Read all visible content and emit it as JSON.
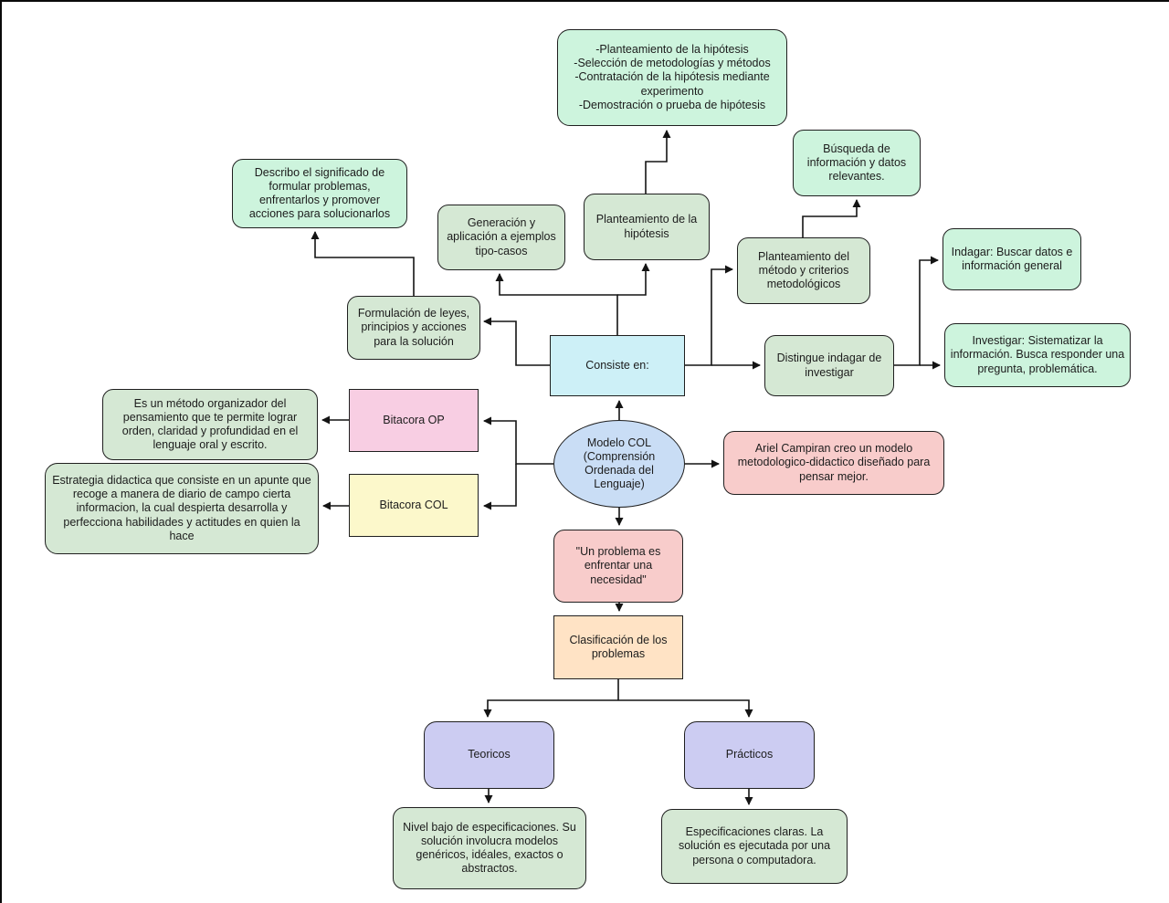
{
  "diagram": {
    "nodes": {
      "pasos_hipotesis": {
        "label": "-Planteamiento de la hipótesis\n-Selección de metodologías y métodos\n-Contratación de la hipótesis mediante experimento\n-Demostración o prueba de hipótesis"
      },
      "describo": {
        "label": "Describo el significado de formular problemas, enfrentarlos y promover acciones para solucionarlos"
      },
      "generacion": {
        "label": "Generación y aplicación a ejemplos tipo-casos"
      },
      "planteamiento_hipotesis": {
        "label": "Planteamiento de la hipótesis"
      },
      "busqueda": {
        "label": "Búsqueda de información y datos relevantes."
      },
      "planteamiento_metodo": {
        "label": "Planteamiento del método y criterios metodológicos"
      },
      "indagar": {
        "label": "Indagar: Buscar datos e información general"
      },
      "investigar": {
        "label": "Investigar: Sistematizar la información. Busca responder una pregunta, problemática."
      },
      "formulacion": {
        "label": "Formulación de leyes, principios y acciones para la solución"
      },
      "consiste": {
        "label": "Consiste en:"
      },
      "distingue": {
        "label": "Distingue indagar de investigar"
      },
      "es_metodo": {
        "label": "Es un método organizador del pensamiento que te permite lograr orden, claridad y profundidad en el lenguaje oral y escrito."
      },
      "bitacora_op": {
        "label": "Bitacora OP"
      },
      "estrategia": {
        "label": "Estrategia didactica que consiste en un apunte que recoge a manera de diario de campo cierta informacion, la cual despierta desarrolla y perfecciona habilidades y actitudes en quien la hace"
      },
      "bitacora_col": {
        "label": "Bitacora COL"
      },
      "modelo_col": {
        "label": "Modelo COL (Comprensión Ordenada del Lenguaje)"
      },
      "ariel": {
        "label": "Ariel Campiran creo un modelo metodologico-didactico diseñado para pensar mejor."
      },
      "problema": {
        "label": "\"Un  problema es enfrentar una necesidad\""
      },
      "clasificacion": {
        "label": "Clasificación de los problemas"
      },
      "teoricos": {
        "label": "Teoricos"
      },
      "practicos": {
        "label": "Prácticos"
      },
      "nivel_bajo": {
        "label": "Nivel bajo de especificaciones. Su solución involucra modelos genéricos, idéales, exactos o abstractos."
      },
      "especificaciones": {
        "label": "Especificaciones claras. La solución es ejecutada por una persona o computadora."
      }
    },
    "colors": {
      "mint": "#cdf4dd",
      "sage": "#d5e8d4",
      "cyan": "#cdf0f7",
      "pink": "#f8cee3",
      "yellow": "#fcf8cb",
      "blue": "#c9ddf5",
      "salmon": "#f8cccb",
      "peach": "#ffe3c5",
      "lavender": "#ccccf2",
      "line": "#141414"
    }
  }
}
